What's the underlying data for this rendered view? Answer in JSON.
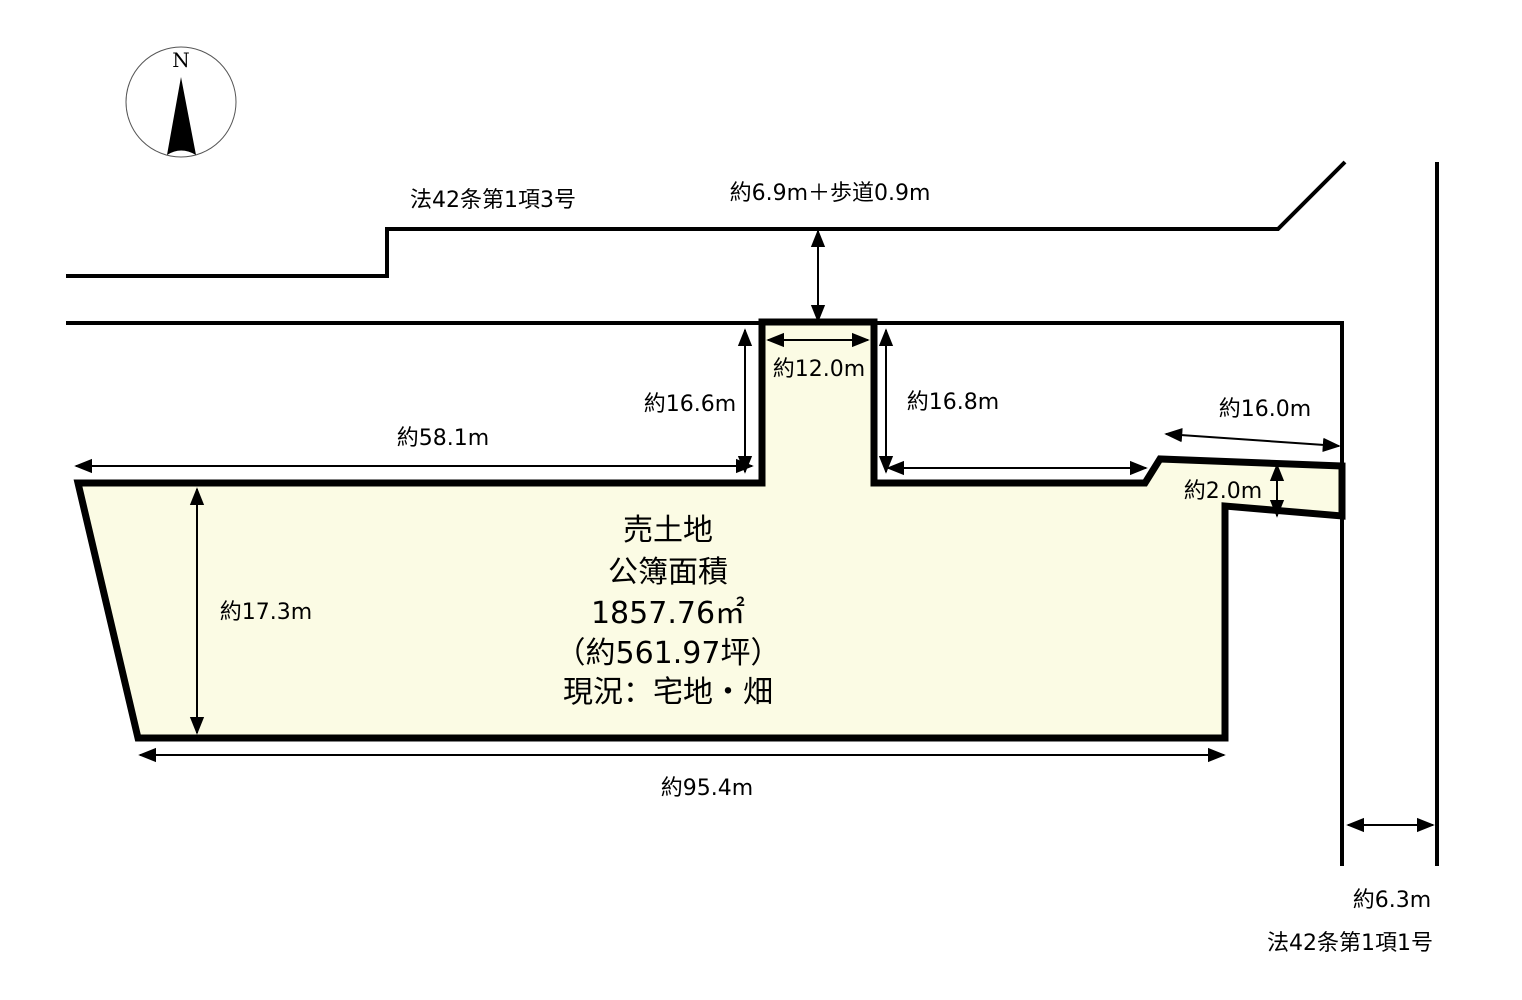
{
  "compass": {
    "letter": "N"
  },
  "roads": {
    "north_road_type": "法42条第1項3号",
    "north_road_width": "約6.9m＋歩道0.9m",
    "east_road_width": "約6.3m",
    "east_road_type": "法42条第1項1号"
  },
  "dimensions": {
    "access_width": "約12.0m",
    "access_left_depth": "約16.6m",
    "access_right_depth": "約16.8m",
    "north_left": "約58.1m",
    "north_right": "約16.0m",
    "east_strip": "約2.0m",
    "west_depth": "約17.3m",
    "south": "約95.4m"
  },
  "info": {
    "line1": "売土地",
    "line2": "公簿面積",
    "line3": "1857.76㎡",
    "line4": "（約561.97坪）",
    "line5": "現況：宅地・畑"
  },
  "colors": {
    "lot_fill": "#fbfbe4",
    "line": "#000000"
  }
}
